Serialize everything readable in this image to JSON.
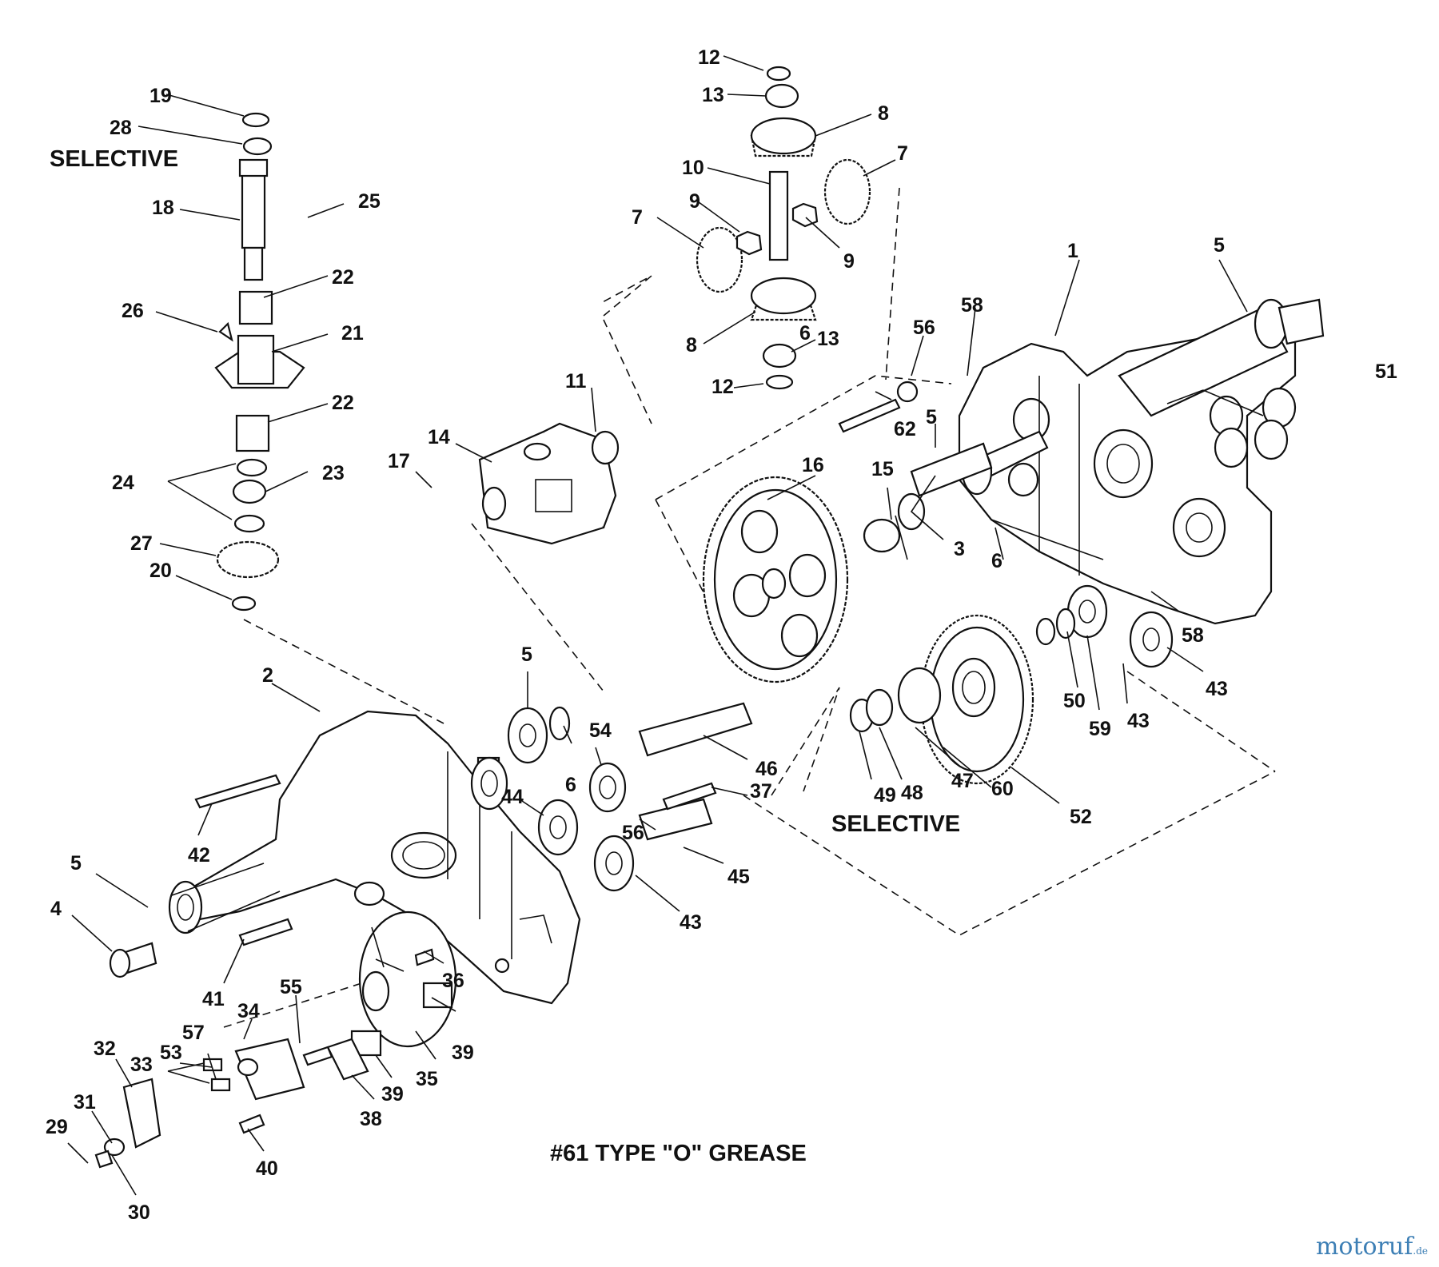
{
  "notes": {
    "selective_top": "SELECTIVE",
    "selective_bottom": "SELECTIVE",
    "grease": "#61 TYPE \"O\" GREASE"
  },
  "labels": [
    "1",
    "2",
    "3",
    "4",
    "5",
    "5",
    "5",
    "5",
    "6",
    "6",
    "6",
    "7",
    "7",
    "8",
    "8",
    "9",
    "9",
    "10",
    "11",
    "12",
    "12",
    "13",
    "13",
    "14",
    "15",
    "16",
    "17",
    "18",
    "19",
    "20",
    "21",
    "22",
    "22",
    "23",
    "24",
    "25",
    "26",
    "27",
    "28",
    "29",
    "30",
    "31",
    "32",
    "33",
    "34",
    "35",
    "36",
    "37",
    "38",
    "39",
    "39",
    "40",
    "41",
    "42",
    "43",
    "43",
    "43",
    "44",
    "45",
    "46",
    "47",
    "48",
    "49",
    "50",
    "51",
    "52",
    "53",
    "54",
    "55",
    "56",
    "56",
    "57",
    "58",
    "58",
    "59",
    "60",
    "62"
  ],
  "watermark": {
    "text": "motoruf",
    "suffix": ".de"
  }
}
